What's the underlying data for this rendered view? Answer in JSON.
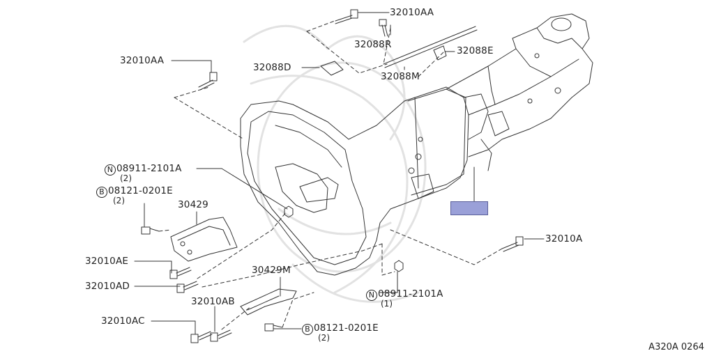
{
  "labels": {
    "l_32010aa_top": "32010AA",
    "l_32088r": "32088R",
    "l_32088e": "32088E",
    "l_32088d": "32088D",
    "l_32088m": "32088M",
    "l_32010aa_left": "32010AA",
    "l_08911_upper": "08911-2101A",
    "l_08911_upper_qty": "(2)",
    "l_08121_upper": "08121-0201E",
    "l_08121_upper_qty": "(2)",
    "l_30429": "30429",
    "l_32010ae": "32010AE",
    "l_32010ad": "32010AD",
    "l_30429m": "30429M",
    "l_32010ab": "32010AB",
    "l_32010ac": "32010AC",
    "l_32010a": "32010A",
    "l_08911_lower": "08911-2101A",
    "l_08911_lower_qty": "(1)",
    "l_08121_lower": "08121-0201E",
    "l_08121_lower_qty": "(2)"
  },
  "prefixes": {
    "nut": "N",
    "bolt": "B"
  },
  "diagram_code": "A320A 0264",
  "highlight_color": "#9aa0d8"
}
